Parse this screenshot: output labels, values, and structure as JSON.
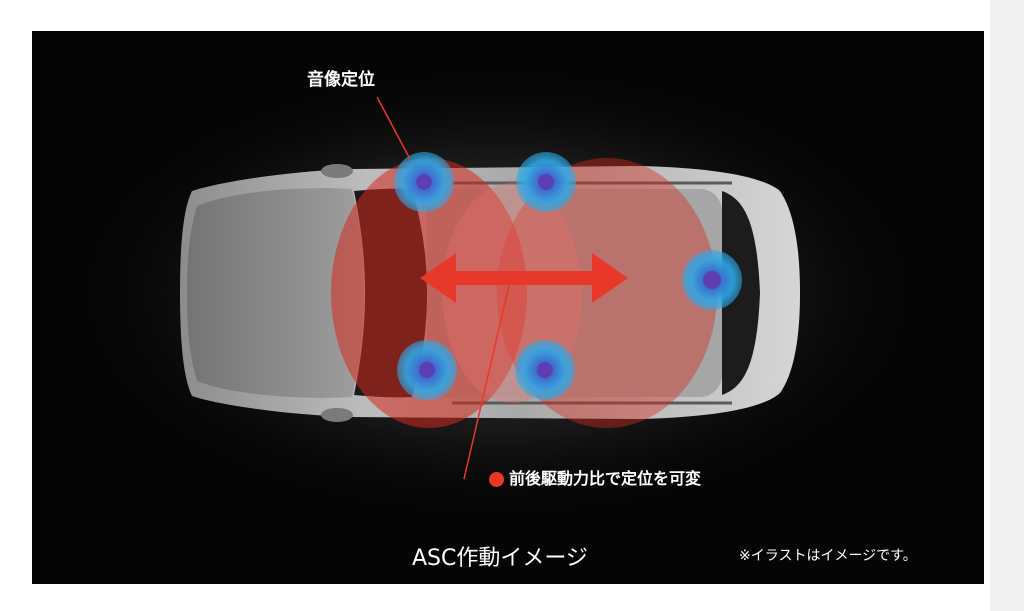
{
  "figure": {
    "label_sound_image_position": "音像定位",
    "label_drive_ratio": "前後駆動力比で定位を可変",
    "caption": "ASC作動イメージ",
    "note": "※イラストはイメージです。"
  },
  "colors": {
    "background": "#050505",
    "accent_red": "#e8382a",
    "speaker_blue": "#2ea8e6",
    "speaker_core": "#5b3fb0"
  },
  "speakers": [
    {
      "name": "front-left-speaker"
    },
    {
      "name": "rear-left-speaker"
    },
    {
      "name": "front-right-speaker"
    },
    {
      "name": "rear-right-speaker"
    },
    {
      "name": "tailgate-speaker"
    }
  ]
}
